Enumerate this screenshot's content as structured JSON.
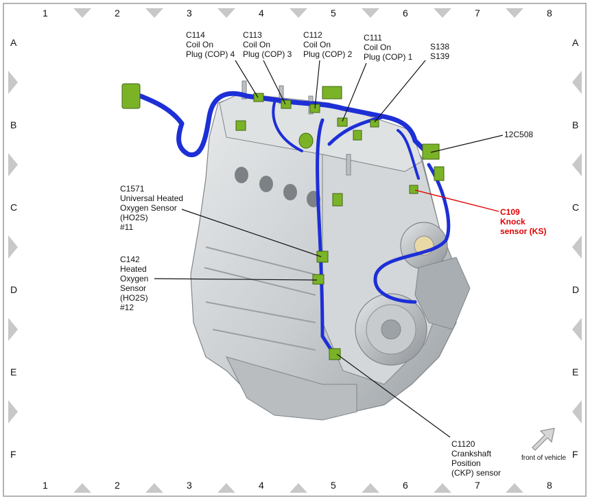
{
  "grid": {
    "columns": [
      "1",
      "2",
      "3",
      "4",
      "5",
      "6",
      "7",
      "8"
    ],
    "rows": [
      "A",
      "B",
      "C",
      "D",
      "E",
      "F"
    ]
  },
  "callouts": {
    "c114": [
      "C114",
      "Coil On",
      "Plug (COP) 4"
    ],
    "c113": [
      "C113",
      "Coil On",
      "Plug (COP) 3"
    ],
    "c112": [
      "C112",
      "Coil On",
      "Plug (COP) 2"
    ],
    "c111": [
      "C111",
      "Coil On",
      "Plug (COP) 1"
    ],
    "s138": [
      "S138",
      "S139"
    ],
    "c12c508": [
      "12C508"
    ],
    "c109": [
      "C109",
      "Knock",
      "sensor (KS)"
    ],
    "c1571": [
      "C1571",
      "Universal Heated",
      "Oxygen Sensor",
      "(HO2S)",
      "#11"
    ],
    "c142": [
      "C142",
      "Heated",
      "Oxygen",
      "Sensor",
      "(HO2S)",
      "#12"
    ],
    "c1120": [
      "C1120",
      "Crankshaft",
      "Position",
      "(CKP) sensor"
    ]
  },
  "orientation_label": "front of vehicle",
  "colors": {
    "engine": "#c9cdd0",
    "engine_dark": "#8d9296",
    "harness": "#1d2fd6",
    "connector": "#7bb327",
    "highlight": "#e00000",
    "tab": "#c8c8c8"
  }
}
